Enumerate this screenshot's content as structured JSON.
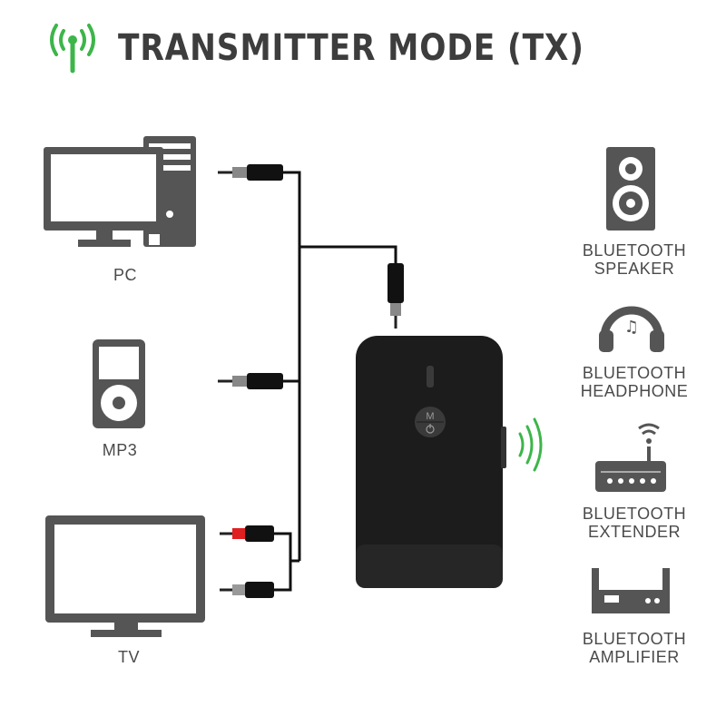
{
  "title": "TRANSMITTER MODE (TX)",
  "sources": [
    {
      "label": "PC",
      "icon": "pc-icon"
    },
    {
      "label": "MP3",
      "icon": "mp3-player-icon"
    },
    {
      "label": "TV",
      "icon": "tv-icon"
    }
  ],
  "targets": [
    {
      "line1": "BLUETOOTH",
      "line2": "SPEAKER",
      "icon": "speaker-icon"
    },
    {
      "line1": "BLUETOOTH",
      "line2": "HEADPHONE",
      "icon": "headphone-icon"
    },
    {
      "line1": "BLUETOOTH",
      "line2": "EXTENDER",
      "icon": "router-icon"
    },
    {
      "line1": "BLUETOOTH",
      "line2": "AMPLIFIER",
      "icon": "amplifier-icon"
    }
  ],
  "device": {
    "button_label": "M"
  },
  "colors": {
    "accent": "#3db54a",
    "icon_gray": "#555555",
    "title": "#3d3d3d",
    "red_plug": "#e02020",
    "device": "#1c1c1c"
  }
}
